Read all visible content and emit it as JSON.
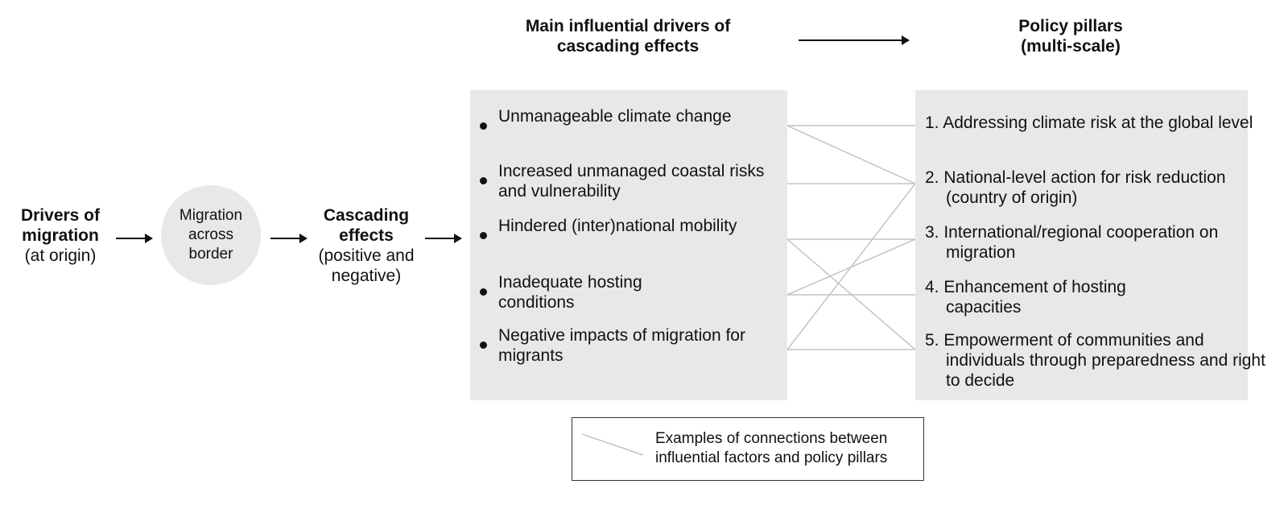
{
  "headers": {
    "drivers_main": "Main influential drivers of cascading effects",
    "pillars": "Policy pillars",
    "pillars_sub": "(multi-scale)"
  },
  "flow": {
    "drivers_title": "Drivers of migration",
    "drivers_sub": "(at origin)",
    "migration": "Migration across border",
    "cascading_title": "Cascading effects",
    "cascading_sub": "(positive and negative)"
  },
  "drivers": [
    "Unmanageable climate change",
    "Increased unmanaged coastal risks and vulnerability",
    "Hindered (inter)national mobility",
    "Inadequate hosting conditions",
    "Negative impacts of migration for migrants"
  ],
  "pillars": [
    "1. Addressing climate risk at the global level",
    "2. National-level action for risk reduction (country of origin)",
    "3. International/regional cooperation on migration",
    "4. Enhancement of hosting capacities",
    "5. Empowerment of communities and individuals through preparedness and right to decide"
  ],
  "connections": [
    [
      1,
      1
    ],
    [
      1,
      2
    ],
    [
      2,
      2
    ],
    [
      3,
      3
    ],
    [
      3,
      5
    ],
    [
      4,
      3
    ],
    [
      4,
      4
    ],
    [
      5,
      2
    ],
    [
      5,
      5
    ]
  ],
  "legend": {
    "label": "Examples of connections between influential factors and policy pillars"
  },
  "colors": {
    "box": "#e8e8e8",
    "line": "#c4c4c4"
  }
}
